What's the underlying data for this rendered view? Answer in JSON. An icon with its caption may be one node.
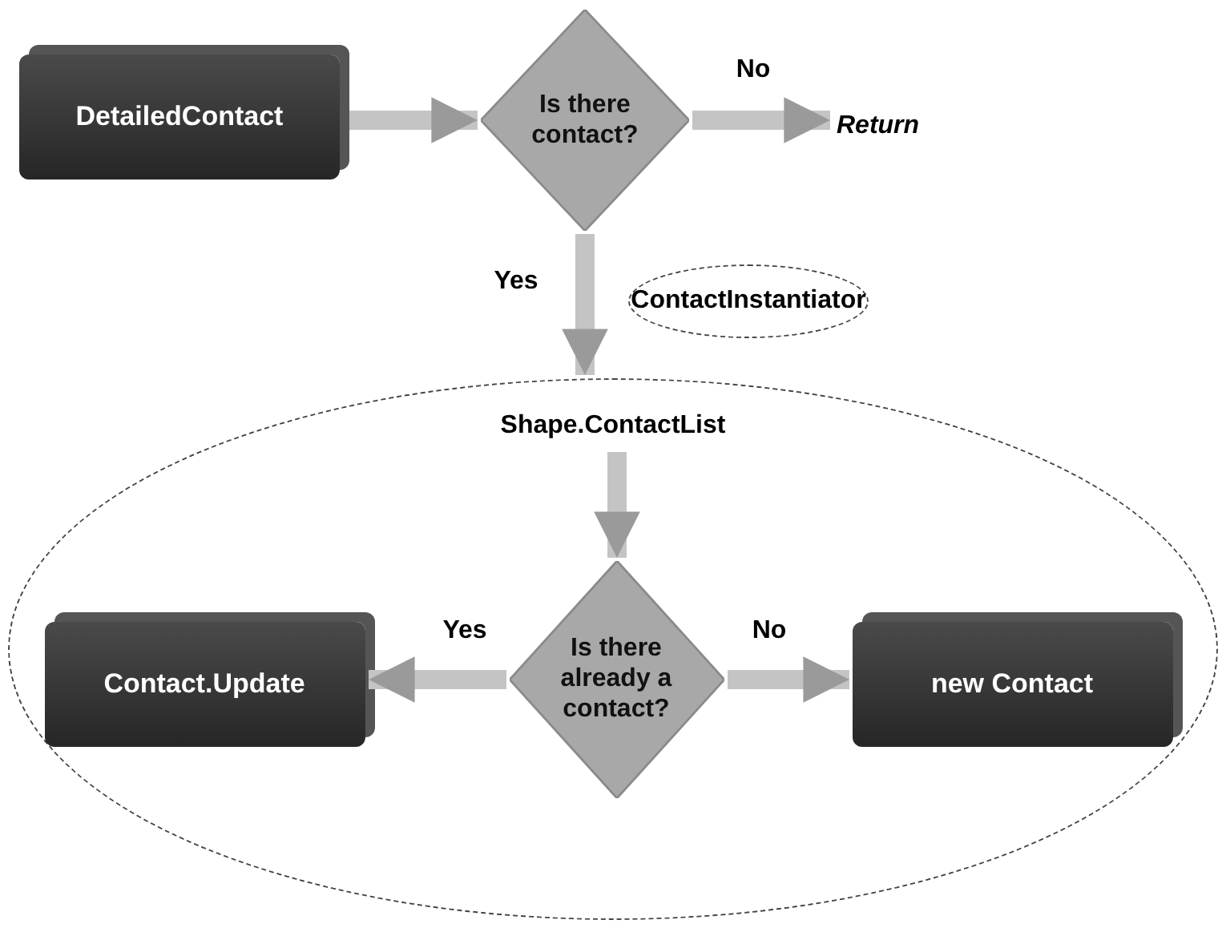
{
  "diagram": {
    "nodes": [
      {
        "text": [
          "DetailedContact"
        ]
      },
      {
        "text": [
          "Is there contact?"
        ]
      },
      {
        "text": [
          "Return"
        ]
      },
      {
        "text": [
          "ContactInstantiator"
        ]
      },
      {
        "text": [
          "Shape.ContactList"
        ]
      },
      {
        "text": [
          "Is there already a contact?"
        ],
        "in": 4
      },
      {
        "text": [
          "Contact.Update"
        ],
        "in": 4
      },
      {
        "text": [
          "new Contact"
        ],
        "in": 4
      }
    ],
    "edges": [
      {
        "from": 0,
        "to": 1,
        "arrow": "to"
      },
      {
        "from": 1,
        "to": 2,
        "arrow": "to",
        "label": "No"
      },
      {
        "from": 1,
        "to": 4,
        "arrow": "to",
        "label": "Yes"
      },
      {
        "from": null,
        "to": 5,
        "arrow": "to"
      },
      {
        "from": 5,
        "to": 6,
        "arrow": "to",
        "label": "Yes"
      },
      {
        "from": 5,
        "to": 7,
        "arrow": "to",
        "label": "No"
      }
    ]
  }
}
